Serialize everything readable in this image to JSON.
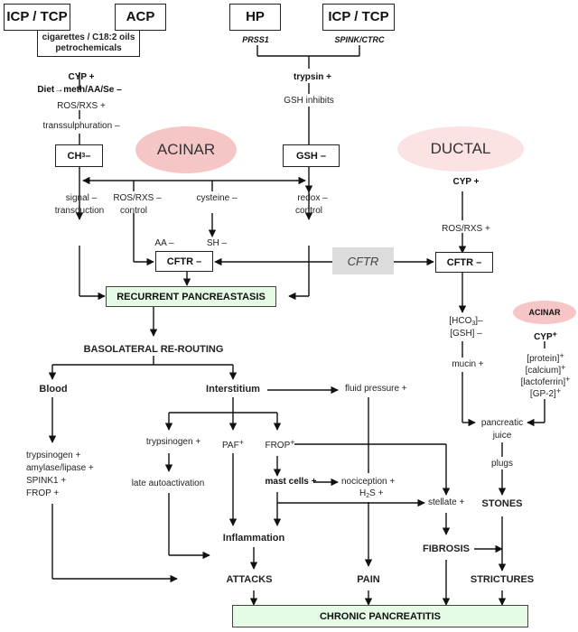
{
  "diagram": {
    "top_boxes": {
      "icp_tcp_left": "ICP / TCP",
      "acp": "ACP",
      "hp": "HP",
      "icp_tcp_right": "ICP / TCP",
      "environment": [
        "cigarettes / C18:2 oils",
        "petrochemicals"
      ],
      "hp_gene": "PRSS1",
      "icp_gene": "SPINK/CTRC"
    },
    "left_chain": {
      "cyp": "CYP +",
      "diet": "Diet→meth/AA/Se –",
      "ros": "ROS/RXS +",
      "transsulphuration": "transsulphuration –",
      "ch3_box": "CH",
      "ch3_sub": "3",
      "ch3_sign": " –"
    },
    "middle_chain": {
      "trypsin": "trypsin +",
      "gsh_inhibits": "GSH inhibits",
      "gsh_box": "GSH –"
    },
    "regions": {
      "acinar": "ACINAR",
      "ductal": "DUCTAL",
      "acinar_small": "ACINAR"
    },
    "branches": {
      "signal": [
        "signal –",
        "transduction"
      ],
      "ros_control": [
        "ROS/RXS –",
        "control"
      ],
      "cysteine": "cysteine –",
      "redox": [
        "redox –",
        "control"
      ],
      "aa": "AA –",
      "sh": "SH –",
      "cftr_acinar_box": "CFTR –",
      "cftr_gene": "CFTR",
      "cftr_ductal_box": "CFTR –",
      "recurrent": "RECURRENT PANCREASTASIS"
    },
    "ductal_chain": {
      "cyp": "CYP +",
      "ros": "ROS/RXS +",
      "hco3": "[HCO",
      "hco3_sub": "3",
      "hco3_sign": "]–",
      "gsh": "[GSH] –",
      "mucin": "mucin +",
      "pancreatic_juice": [
        "pancreatic",
        "juice"
      ],
      "plugs": "plugs",
      "stones": "STONES"
    },
    "acinar_secretion": {
      "cyp": "CYP",
      "cyp_sign": "+",
      "items": [
        {
          "label": "[protein]",
          "sign": "+"
        },
        {
          "label": "[calcium]",
          "sign": "+"
        },
        {
          "label": "[lactoferrin]",
          "sign": "+"
        },
        {
          "label": "[GP-2]",
          "sign": "+"
        }
      ]
    },
    "lower": {
      "basolateral": "BASOLATERAL RE-ROUTING",
      "blood": "Blood",
      "interstitium": "Interstitium",
      "fluid_pressure": "fluid pressure +",
      "blood_items": [
        "trypsinogen +",
        "amylase/lipase  +",
        "SPINK1  +",
        "FROP +"
      ],
      "trypsinogen": "trypsinogen +",
      "late_autoactivation": "late autoactivation",
      "paf": "PAF",
      "paf_sign": "+",
      "frop": "FROP",
      "frop_sign": "+",
      "mast_cells": "mast cells +",
      "nociception": "nociception +",
      "h2s": "H",
      "h2s_sub": "2",
      "h2s_rest": "S +",
      "stellate": "stellate +",
      "inflammation": "Inflammation",
      "fibrosis": "FIBROSIS",
      "attacks": "ATTACKS",
      "pain": "PAIN",
      "strictures": "STRICTURES",
      "chronic": "CHRONIC PANCREATITIS"
    },
    "colors": {
      "green_box": "#e5fbe5",
      "acinar_pink": "#f6c6c6",
      "ductal_pink": "#fbe3e3",
      "grey_box": "#dcdcdc",
      "line": "#111111"
    }
  }
}
